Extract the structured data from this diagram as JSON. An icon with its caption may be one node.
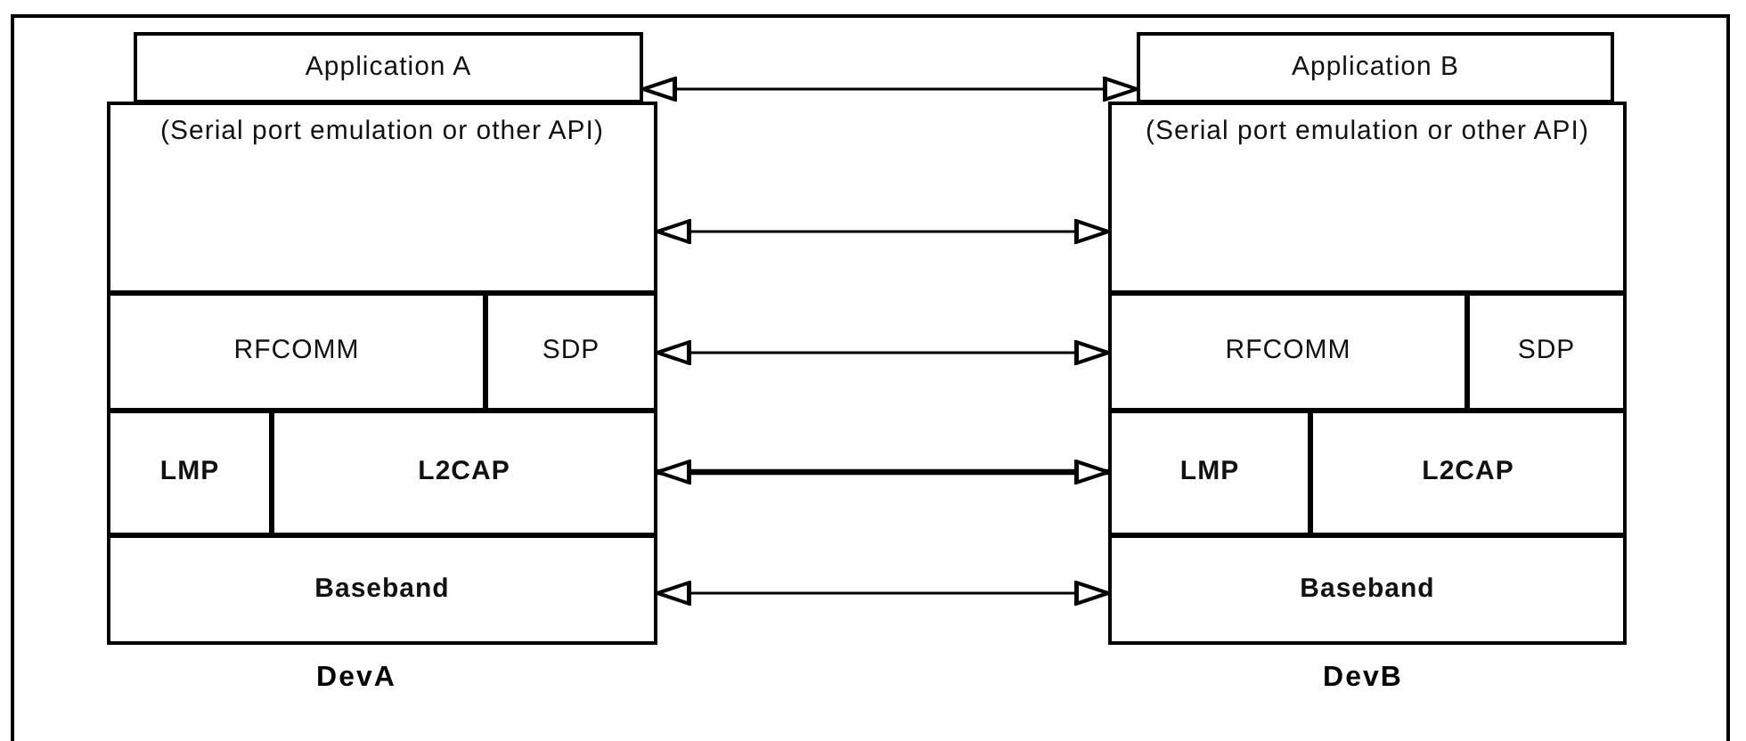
{
  "diagram": {
    "nodes": [
      {
        "text": [
          "Application A"
        ]
      },
      {
        "text": [
          "(Serial port emulation or other API)"
        ]
      },
      {
        "text": [
          "RFCOMM"
        ]
      },
      {
        "text": [
          "SDP"
        ]
      },
      {
        "text": [
          "LMP"
        ]
      },
      {
        "text": [
          "L2CAP"
        ]
      },
      {
        "text": [
          "Baseband"
        ]
      },
      {
        "text": [
          "Application B"
        ]
      },
      {
        "text": [
          "(Serial port emulation or other API)"
        ]
      },
      {
        "text": [
          "RFCOMM"
        ]
      },
      {
        "text": [
          "SDP"
        ]
      },
      {
        "text": [
          "LMP"
        ]
      },
      {
        "text": [
          "L2CAP"
        ]
      },
      {
        "text": [
          "Baseband"
        ]
      }
    ],
    "edges": [
      {
        "from": 0,
        "to": 7,
        "arrow": "both"
      },
      {
        "from": 1,
        "to": 8,
        "arrow": "both"
      },
      {
        "from": 3,
        "to": 9,
        "arrow": "both"
      },
      {
        "from": 5,
        "to": 11,
        "arrow": "both",
        "style": "thick"
      },
      {
        "from": 6,
        "to": 13,
        "arrow": "both"
      }
    ],
    "labels": [
      "DevA",
      "DevB"
    ]
  }
}
